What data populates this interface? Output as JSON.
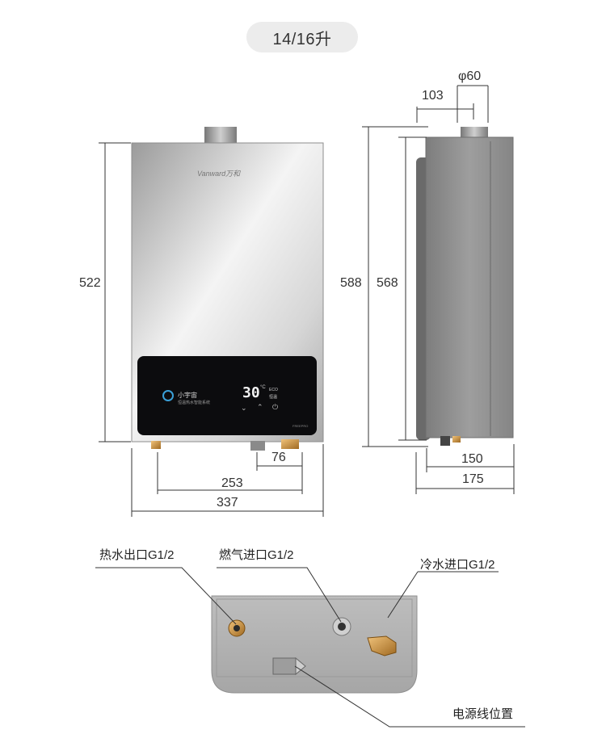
{
  "capacity_badge": "14/16升",
  "brand": {
    "logo_text": "Vanward万和",
    "panel_logo_text": "小宇宙",
    "panel_slogan": "恒温热水智能系统",
    "display_temp": "30",
    "display_unit": "°C",
    "mode_text": "ECO",
    "status_text": "恒温",
    "corner_mark": "FREEPRO"
  },
  "front_view": {
    "height": "522",
    "width_total": "337",
    "pipe_span": "253",
    "gas_to_cold": "76"
  },
  "side_view": {
    "flue_diameter": "φ60",
    "flue_offset": "103",
    "total_height": "588",
    "body_height": "568",
    "depth_body": "150",
    "depth_total": "175"
  },
  "bottom_view": {
    "hot_outlet": "热水出口G1/2",
    "gas_inlet": "燃气进口G1/2",
    "cold_inlet": "冷水进口G1/2",
    "power_cord": "电源线位置"
  }
}
